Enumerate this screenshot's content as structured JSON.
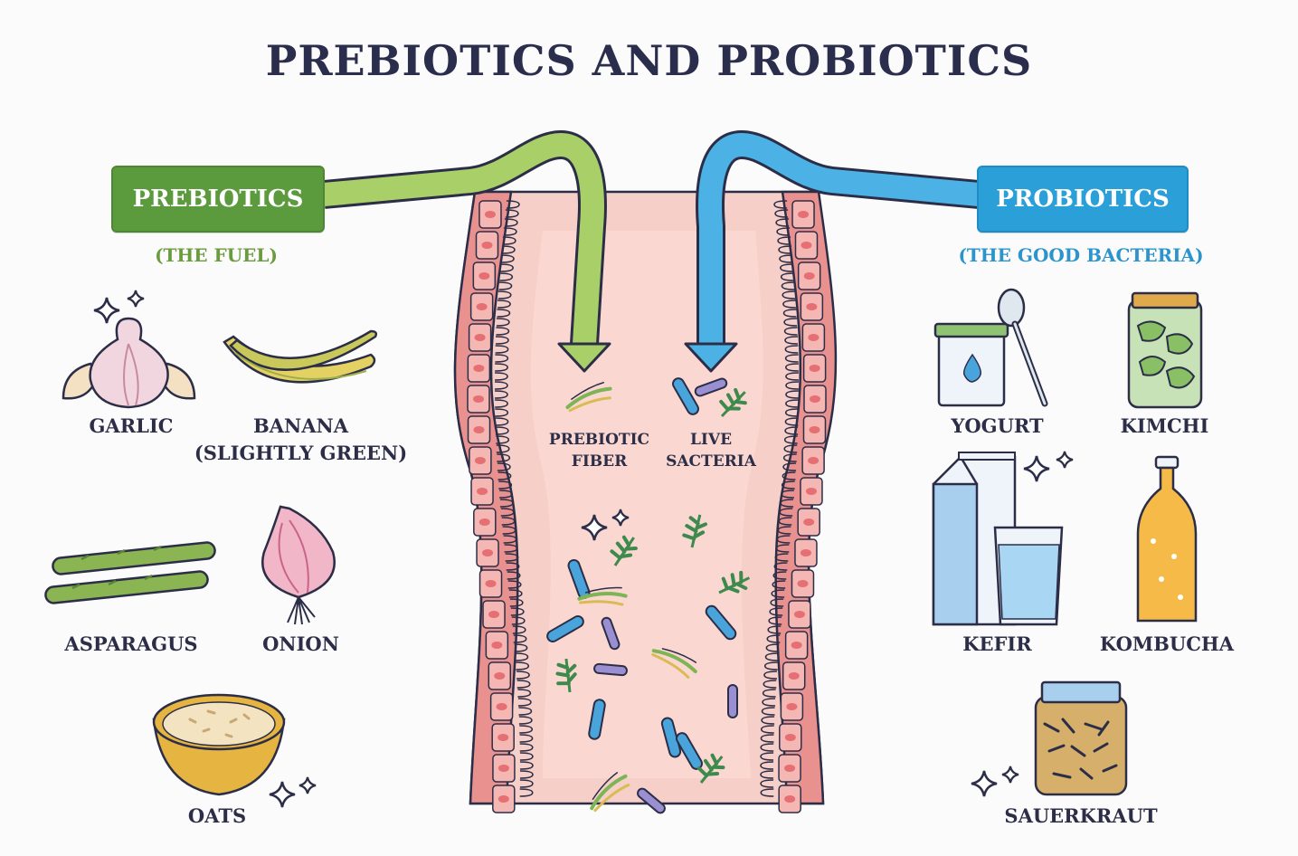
{
  "title": "PREBIOTICS AND PROBIOTICS",
  "prebiotics": {
    "badge": "PREBIOTICS",
    "subtitle": "(THE FUEL)",
    "color": "#5c9a3e",
    "foods": [
      {
        "label": "GARLIC",
        "icon": "garlic-icon"
      },
      {
        "label": "BANANA",
        "label2": "(SLIGHTLY GREEN)",
        "icon": "banana-icon"
      },
      {
        "label": "ASPARAGUS",
        "icon": "asparagus-icon"
      },
      {
        "label": "ONION",
        "icon": "onion-icon"
      },
      {
        "label": "OATS",
        "icon": "oats-bowl-icon"
      }
    ]
  },
  "probiotics": {
    "badge": "PROBIOTICS",
    "subtitle": "(THE GOOD BACTERIA)",
    "color": "#2a9fd8",
    "foods": [
      {
        "label": "YOGURT",
        "icon": "yogurt-icon"
      },
      {
        "label": "KIMCHI",
        "icon": "kimchi-jar-icon"
      },
      {
        "label": "KEFIR",
        "icon": "kefir-icon"
      },
      {
        "label": "KOMBUCHA",
        "icon": "kombucha-bottle-icon"
      },
      {
        "label": "SAUERKRAUT",
        "icon": "sauerkraut-jar-icon"
      }
    ]
  },
  "gut": {
    "fiber_label": [
      "PREBIOTIC",
      "FIBER"
    ],
    "bacteria_label": [
      "LIVE",
      "SACTERIA"
    ],
    "wall_color": "#e8918f",
    "lumen_color": "#f6cfc8"
  }
}
